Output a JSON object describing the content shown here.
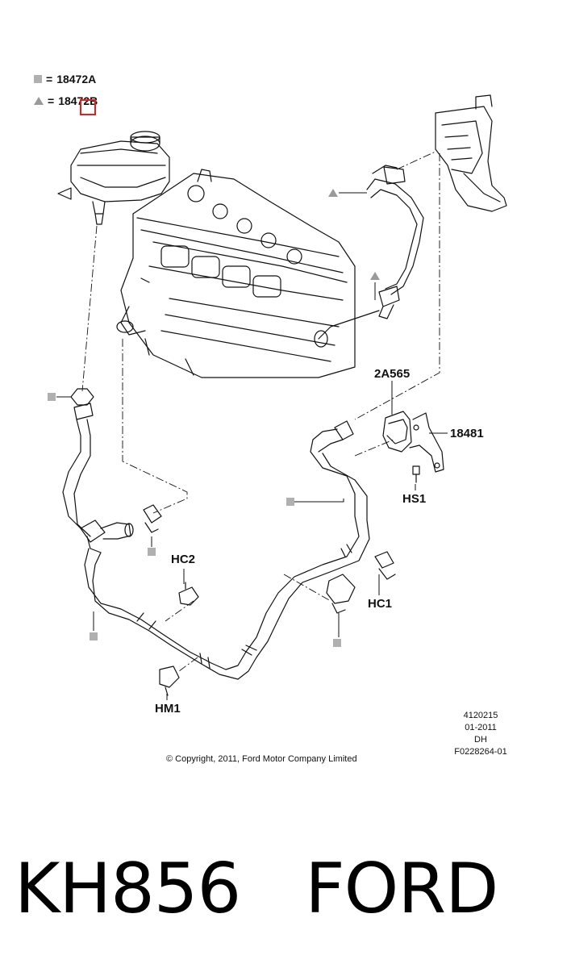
{
  "legend": {
    "square": {
      "symbol": "square-icon",
      "text": "18472A",
      "color": "#b0b0b0"
    },
    "triangle": {
      "symbol": "triangle-icon",
      "text": "18472B",
      "color": "#9a9a9a"
    },
    "equals": "="
  },
  "callouts": {
    "part_2a565": "2A565",
    "part_18481": "18481",
    "part_hs1": "HS1",
    "part_hc2": "HC2",
    "part_hc1": "HC1",
    "part_hm1": "HM1"
  },
  "meta": {
    "line1": "4120215",
    "line2": "01-2011",
    "line3": "DH",
    "line4": "F0228264-01"
  },
  "copyright": "© Copyright, 2011, Ford Motor Company Limited",
  "caption": {
    "part_number": "KH856",
    "brand": "FORD"
  },
  "colors": {
    "selection_box": "#e02020",
    "line": "#111111",
    "marker_gray": "#b0b0b0"
  }
}
